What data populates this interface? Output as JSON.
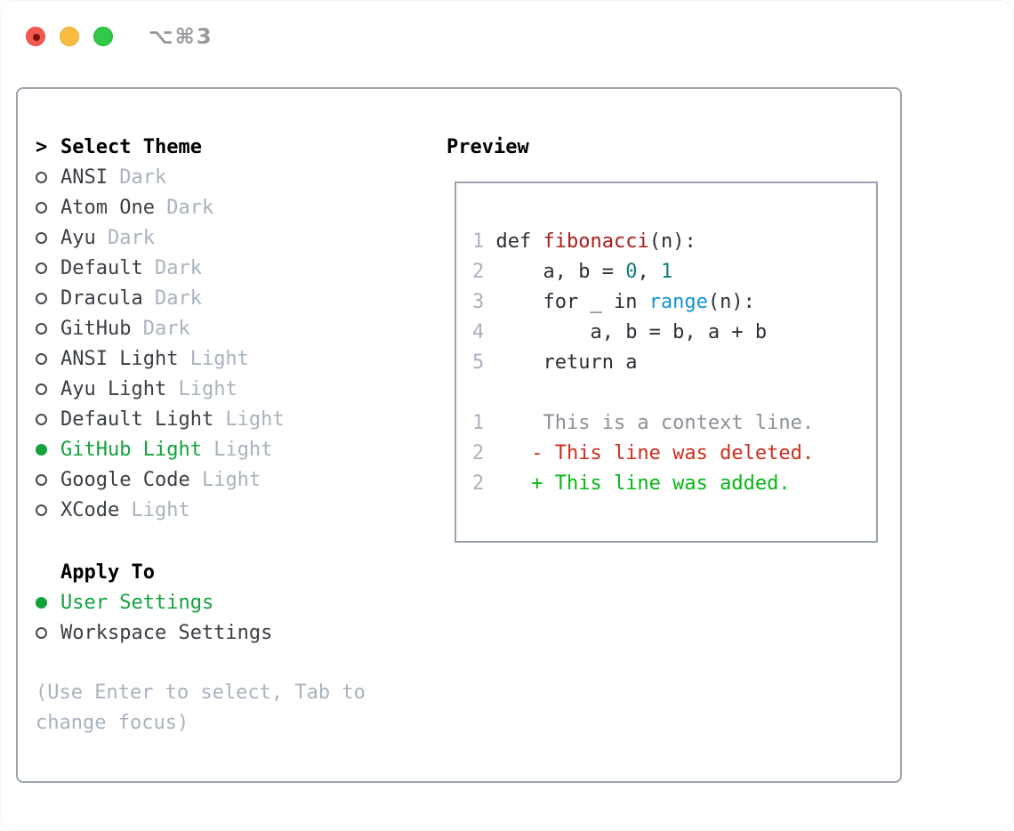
{
  "window": {
    "shortcut_label": "⌥⌘3",
    "traffic_lights": {
      "close": "close",
      "minimize": "minimize",
      "zoom": "zoom"
    }
  },
  "theme_panel": {
    "title_prefix": ">",
    "title": "Select Theme",
    "items": [
      {
        "name": "ANSI",
        "variant": "Dark",
        "selected": false
      },
      {
        "name": "Atom One",
        "variant": "Dark",
        "selected": false
      },
      {
        "name": "Ayu",
        "variant": "Dark",
        "selected": false
      },
      {
        "name": "Default",
        "variant": "Dark",
        "selected": false
      },
      {
        "name": "Dracula",
        "variant": "Dark",
        "selected": false
      },
      {
        "name": "GitHub",
        "variant": "Dark",
        "selected": false
      },
      {
        "name": "ANSI Light",
        "variant": "Light",
        "selected": false
      },
      {
        "name": "Ayu Light",
        "variant": "Light",
        "selected": false
      },
      {
        "name": "Default Light",
        "variant": "Light",
        "selected": false
      },
      {
        "name": "GitHub Light",
        "variant": "Light",
        "selected": true
      },
      {
        "name": "Google Code",
        "variant": "Light",
        "selected": false
      },
      {
        "name": "XCode",
        "variant": "Light",
        "selected": false
      }
    ],
    "apply_to": {
      "title": "Apply To",
      "options": [
        {
          "label": "User Settings",
          "selected": true
        },
        {
          "label": "Workspace Settings",
          "selected": false
        }
      ]
    },
    "help_text": "(Use Enter to select, Tab to change focus)"
  },
  "preview": {
    "title": "Preview",
    "code_lines": [
      {
        "segments": [
          {
            "t": "1",
            "c": "num"
          },
          {
            "t": " def ",
            "c": "plain"
          },
          {
            "t": "fibonacci",
            "c": "func"
          },
          {
            "t": "(n):",
            "c": "plain"
          }
        ]
      },
      {
        "segments": [
          {
            "t": "2",
            "c": "num"
          },
          {
            "t": "     a, b = ",
            "c": "plain"
          },
          {
            "t": "0",
            "c": "number"
          },
          {
            "t": ", ",
            "c": "plain"
          },
          {
            "t": "1",
            "c": "number"
          }
        ]
      },
      {
        "segments": [
          {
            "t": "3",
            "c": "num"
          },
          {
            "t": "     for _ in ",
            "c": "plain"
          },
          {
            "t": "range",
            "c": "builtin"
          },
          {
            "t": "(n):",
            "c": "plain"
          }
        ]
      },
      {
        "segments": [
          {
            "t": "4",
            "c": "num"
          },
          {
            "t": "         a, b = b, a + b",
            "c": "plain"
          }
        ]
      },
      {
        "segments": [
          {
            "t": "5",
            "c": "num"
          },
          {
            "t": "     return a",
            "c": "plain"
          }
        ]
      },
      {
        "segments": []
      },
      {
        "segments": [
          {
            "t": "1",
            "c": "num"
          },
          {
            "t": "     This is a context line.",
            "c": "context"
          }
        ]
      },
      {
        "segments": [
          {
            "t": "2",
            "c": "num"
          },
          {
            "t": "    - This line was deleted.",
            "c": "deleted"
          }
        ]
      },
      {
        "segments": [
          {
            "t": "2",
            "c": "num"
          },
          {
            "t": "    + This line was added.",
            "c": "added"
          }
        ]
      }
    ]
  },
  "colors": {
    "selected": "#12a23b",
    "muted": "#a9b2bf",
    "border": "#9aa2ac",
    "num": "#a9b2bf",
    "plain": "#2b3036",
    "func": "#a81c1c",
    "number": "#0e7c7b",
    "builtin": "#1793cf",
    "context": "#8b9198",
    "deleted": "#cd2e1d",
    "added": "#05b713"
  }
}
